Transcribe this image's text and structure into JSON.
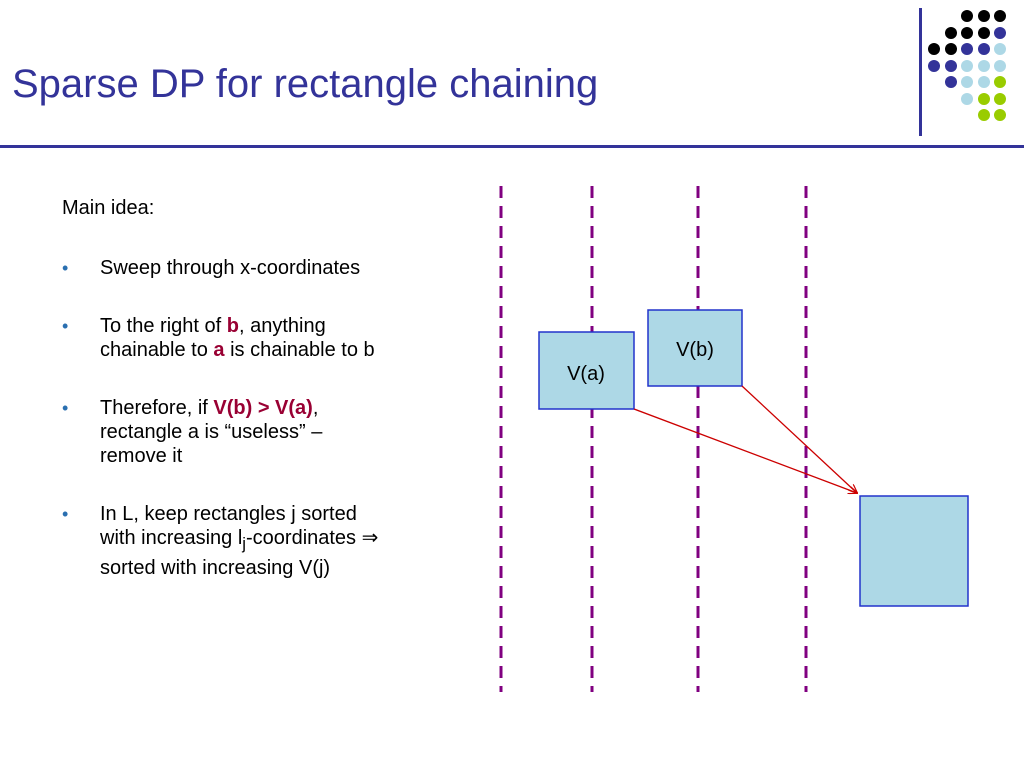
{
  "title": "Sparse DP for rectangle chaining",
  "colors": {
    "title": "#333399",
    "accent_rule": "#333399",
    "bullet": "#2a6fb0",
    "emphasis": "#990033",
    "dashed_line": "#800080",
    "rect_fill": "#add8e6",
    "rect_stroke": "#2233cc",
    "arrow": "#cc0000"
  },
  "decoration_dots": [
    [
      "#000000",
      "#000000",
      "#000000"
    ],
    [
      "#000000",
      "#000000",
      "#000000",
      "#333399"
    ],
    [
      "#000000",
      "#000000",
      "#333399",
      "#333399",
      "#add8e6"
    ],
    [
      "#333399",
      "#333399",
      "#add8e6",
      "#add8e6",
      "#add8e6"
    ],
    [
      "#333399",
      "#add8e6",
      "#add8e6",
      "#99cc00"
    ],
    [
      "#add8e6",
      "#99cc00",
      "#99cc00"
    ],
    [
      "#99cc00",
      "#99cc00"
    ]
  ],
  "body": {
    "heading": "Main idea:",
    "bullets": [
      {
        "parts": [
          {
            "text": "Sweep through x-coordinates",
            "style": "normal"
          }
        ]
      },
      {
        "parts": [
          {
            "text": "To the right of ",
            "style": "normal"
          },
          {
            "text": "b",
            "style": "red"
          },
          {
            "text": ", anything chainable to ",
            "style": "normal"
          },
          {
            "text": "a",
            "style": "red"
          },
          {
            "text": " is chainable to b",
            "style": "normal"
          }
        ]
      },
      {
        "parts": [
          {
            "text": "Therefore, if ",
            "style": "normal"
          },
          {
            "text": "V(b) > V(a)",
            "style": "red"
          },
          {
            "text": ", rectangle a is “useless” – remove it",
            "style": "normal"
          }
        ]
      },
      {
        "parts": [
          {
            "text": "In L, keep rectangles j sorted with increasing l",
            "style": "normal"
          },
          {
            "text": "j",
            "style": "sub"
          },
          {
            "text": "-coordinates ⇒ sorted with increasing V(j)",
            "style": "normal"
          }
        ]
      }
    ]
  },
  "diagram": {
    "label_a": "V(a)",
    "label_b": "V(b)"
  }
}
